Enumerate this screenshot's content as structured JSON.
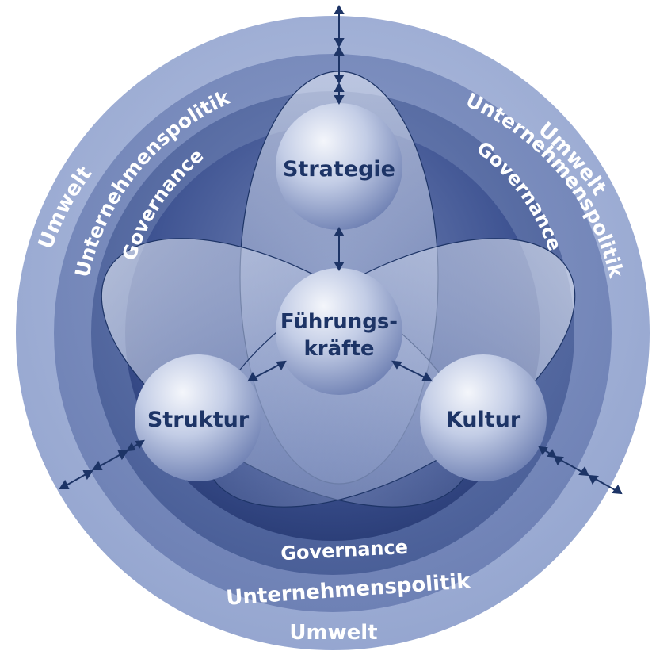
{
  "diagram": {
    "rings": {
      "outer": {
        "label_left": "Umwelt",
        "label_right": "Umwelt",
        "label_bottom": "Umwelt"
      },
      "middle": {
        "label_left": "Unternehmenspolitik",
        "label_right": "Unternehmenspolitik",
        "label_bottom": "Unternehmenspolitik"
      },
      "inner": {
        "label_left": "Governance",
        "label_right": "Governance",
        "label_bottom": "Governance"
      }
    },
    "nodes": {
      "top": "Strategie",
      "center_line1": "Führungs-",
      "center_line2": "kräfte",
      "left": "Struktur",
      "right": "Kultur"
    },
    "colors": {
      "outer_ring": "#a4b2d5",
      "middle_ring": "#7f90bf",
      "inner_ring": "#5a6ea3",
      "core": "#3a5090",
      "sphere_light": "#e9edf7",
      "sphere_dark": "#6f80b4",
      "text_dark": "#1d3466",
      "arrow": "#1d3466"
    }
  }
}
